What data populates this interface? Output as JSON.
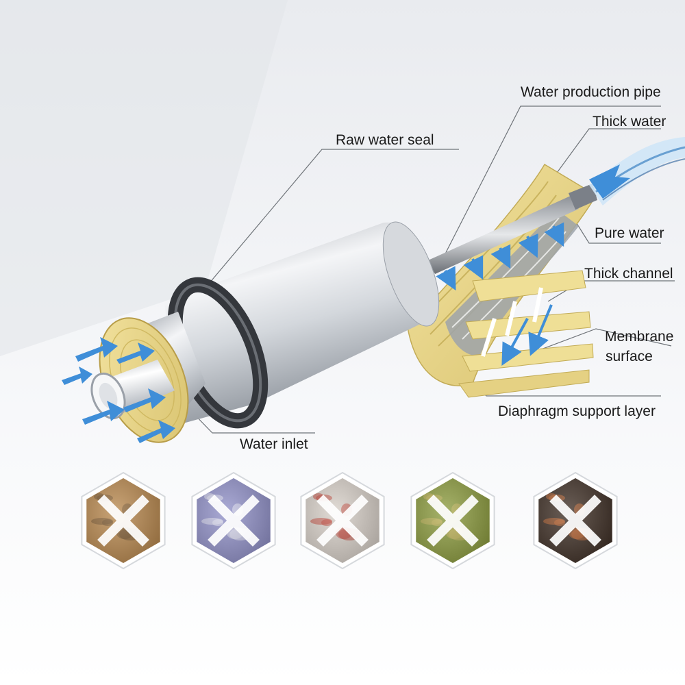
{
  "labels": {
    "water_production_pipe": "Water production pipe",
    "thick_water": "Thick water",
    "raw_water_seal": "Raw water seal",
    "pure_water": "Pure water",
    "thick_channel": "Thick channel",
    "membrane_surface_line1": "Membrane",
    "membrane_surface_line2": "surface",
    "diaphragm_support_layer": "Diaphragm support layer",
    "water_inlet": "Water inlet"
  },
  "contaminants": [
    {
      "name": "sediment-rust-icon",
      "base": "#b8864a",
      "accent": "#6b4a25"
    },
    {
      "name": "bacteria-icon",
      "base": "#8f8fc8",
      "accent": "#e8e8f5"
    },
    {
      "name": "chemical-residue-icon",
      "base": "#d8d0c8",
      "accent": "#c0392b"
    },
    {
      "name": "algae-icon",
      "base": "#8a9a3a",
      "accent": "#c8b65a"
    },
    {
      "name": "scale-pipe-icon",
      "base": "#3a2a20",
      "accent": "#c8642a"
    }
  ],
  "colors": {
    "membrane": "#ecd98a",
    "membrane_dark": "#c9b35e",
    "housing": "#d9dce0",
    "seal": "#3a3d42",
    "arrow": "#3f8ed8"
  }
}
